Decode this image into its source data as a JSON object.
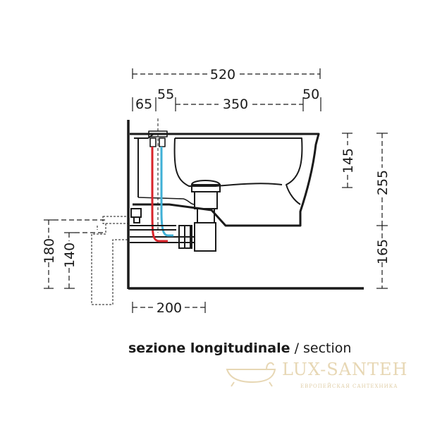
{
  "dimensions": {
    "total_width": "520",
    "seg_65": "65",
    "seg_55": "55",
    "seg_350": "350",
    "seg_50": "50",
    "height_145": "145",
    "height_255": "255",
    "height_165": "165",
    "height_180": "180",
    "height_140": "140",
    "depth_200": "200"
  },
  "caption": {
    "italian": "sezione longitudinale",
    "separator": " / ",
    "english": "section"
  },
  "watermark": {
    "brand": "LUX-SANTEH",
    "tagline": "ЕВРОПЕЙСКАЯ САНТЕХНИКА"
  },
  "colors": {
    "line": "#1a1a1a",
    "hot_pipe": "#d8232a",
    "cold_pipe": "#3fb0d6",
    "watermark": "#e7d7b4"
  }
}
